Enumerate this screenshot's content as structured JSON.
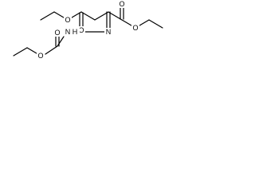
{
  "molecule": {
    "atoms": {
      "O_ester_top_link": "O",
      "O_ester_top_carbonyl": "O",
      "O_ester_right_carbonyl": "O",
      "O_ester_right_link": "O",
      "N_imine": "N",
      "N_hydrazine": "N",
      "H_hydrazine": "H",
      "O_carbamate_carbonyl": "O",
      "O_carbamate_link": "O"
    },
    "colors": {
      "bond": "#000000",
      "label": "#000000",
      "background": "#ffffff"
    }
  }
}
